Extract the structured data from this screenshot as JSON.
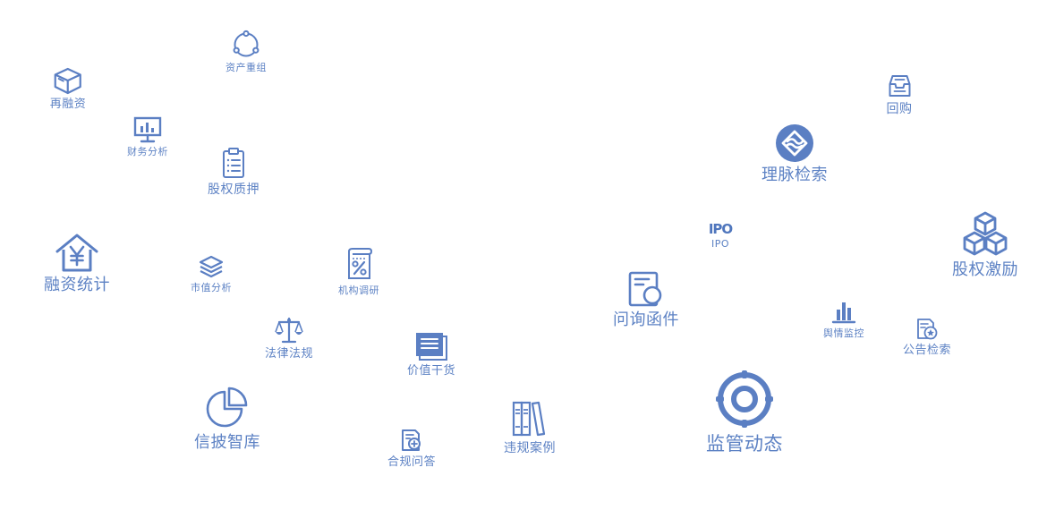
{
  "theme": {
    "color": "#5b7fc3"
  },
  "nodes": [
    {
      "id": "refinancing",
      "label": "再融资",
      "icon": "box-icon",
      "size": "sm"
    },
    {
      "id": "asset-restructuring",
      "label": "资产重组",
      "icon": "circle-nodes-icon",
      "size": "xs"
    },
    {
      "id": "financial-analysis",
      "label": "财务分析",
      "icon": "presentation-chart-icon",
      "size": "xs"
    },
    {
      "id": "equity-pledge",
      "label": "股权质押",
      "icon": "clipboard-list-icon",
      "size": "md"
    },
    {
      "id": "financing-stats",
      "label": "融资统计",
      "icon": "house-yuan-icon",
      "size": "lg"
    },
    {
      "id": "market-value",
      "label": "市值分析",
      "icon": "layers-icon",
      "size": "xs"
    },
    {
      "id": "institution-research",
      "label": "机构调研",
      "icon": "percent-scroll-icon",
      "size": "xs"
    },
    {
      "id": "laws",
      "label": "法律法规",
      "icon": "scales-icon",
      "size": "sm"
    },
    {
      "id": "value-dry-goods",
      "label": "价值干货",
      "icon": "document-stack-icon",
      "size": "sm"
    },
    {
      "id": "disclosure-library",
      "label": "信披智库",
      "icon": "pie-chart-icon",
      "size": "lg"
    },
    {
      "id": "compliance-qa",
      "label": "合规问答",
      "icon": "doc-plus-icon",
      "size": "sm"
    },
    {
      "id": "violation-cases",
      "label": "违规案例",
      "icon": "books-icon",
      "size": "md"
    },
    {
      "id": "inquiry-letters",
      "label": "问询函件",
      "icon": "doc-circle-icon",
      "size": "lg"
    },
    {
      "id": "ipo",
      "label": "IPO",
      "icon": "ipo-icon",
      "glyph": "IPO",
      "size": "xs"
    },
    {
      "id": "lima-search",
      "label": "理脉检索",
      "icon": "lima-logo-icon",
      "size": "lg"
    },
    {
      "id": "buyback",
      "label": "回购",
      "icon": "archive-icon",
      "size": "md"
    },
    {
      "id": "equity-incentive",
      "label": "股权激励",
      "icon": "cubes-icon",
      "size": "lg"
    },
    {
      "id": "sentiment-monitor",
      "label": "舆情监控",
      "icon": "bar-chart-icon",
      "size": "xs"
    },
    {
      "id": "announcement-search",
      "label": "公告检索",
      "icon": "doc-star-icon",
      "size": "sm"
    },
    {
      "id": "regulatory-news",
      "label": "监管动态",
      "icon": "target-icon",
      "size": "xl"
    }
  ]
}
